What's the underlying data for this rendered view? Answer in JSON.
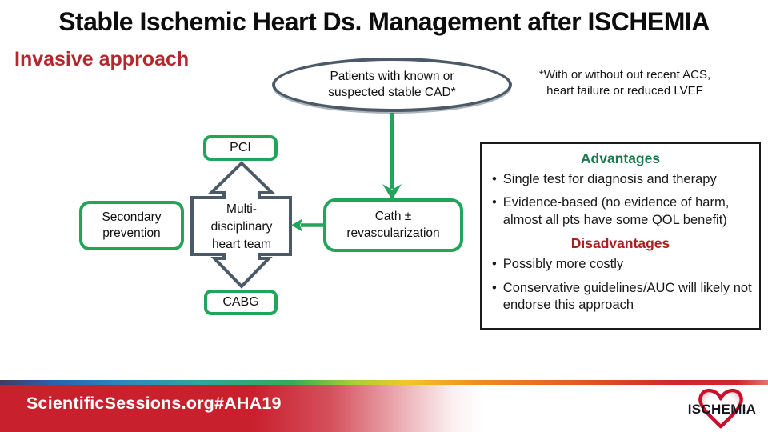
{
  "slide": {
    "title": "Stable Ischemic Heart Ds. Management after ISCHEMIA",
    "subtitle": "Invasive approach",
    "footnote": {
      "line1": "*With or without out recent ACS,",
      "line2": "heart failure or reduced LVEF"
    }
  },
  "flowchart": {
    "patients_oval": {
      "lines": [
        "Patients with known or",
        "suspected stable CAD*"
      ]
    },
    "pci_label": "PCI",
    "secondary_prevention": {
      "lines": [
        "Secondary",
        "prevention"
      ]
    },
    "heart_team": {
      "lines": [
        "Multi-",
        "disciplinary",
        "heart team"
      ]
    },
    "cath": {
      "lines": [
        "Cath ±",
        "revascularization"
      ]
    },
    "cabg_label": "CABG"
  },
  "pros_cons": {
    "bullet_char": "•",
    "advantages_title": "Advantages",
    "advantages": [
      "Single test for diagnosis and therapy",
      "Evidence-based (no evidence of harm, almost all pts have some QOL benefit)"
    ],
    "disadvantages_title": "Disadvantages",
    "disadvantages": [
      "Possibly more costly",
      "Conservative guidelines/AUC will likely not endorse this approach"
    ]
  },
  "footer": {
    "website": "ScientificSessions.org",
    "hashtag": "#AHA19",
    "logo_text": "ISCHEMIA"
  },
  "colors": {
    "accent_green": "#22A45A",
    "slate_outline": "#4C5A67",
    "advantages_green": "#1A7A4F",
    "disadvantages_red": "#A8201F",
    "subtitle_red": "#B2282E",
    "footer_red": "#C9202E"
  }
}
